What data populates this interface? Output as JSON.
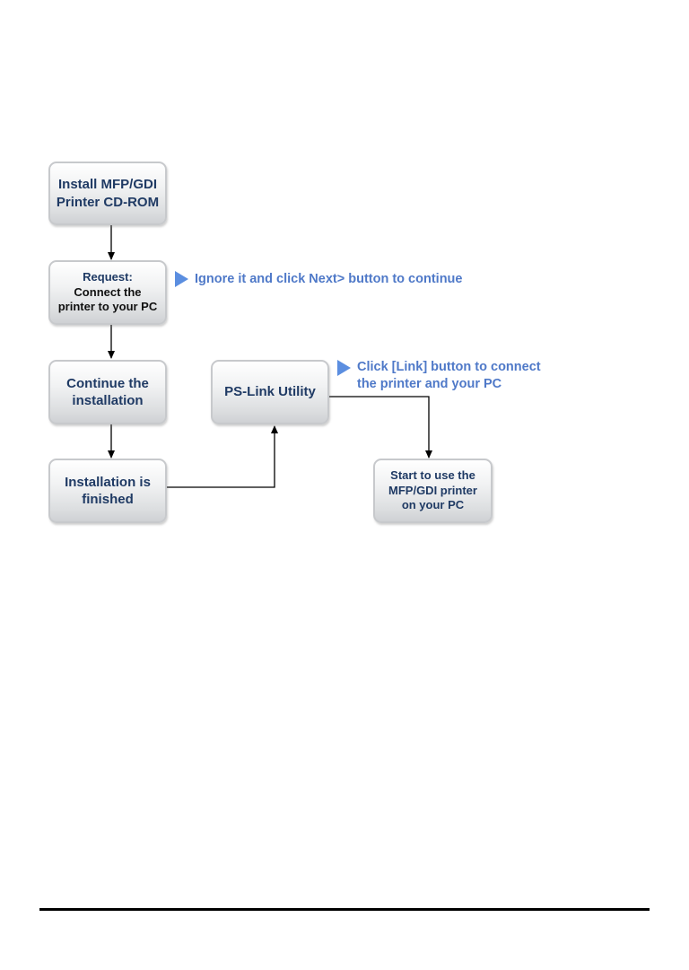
{
  "boxes": {
    "install": {
      "line1": "Install MFP/GDI",
      "line2": "Printer CD-ROM"
    },
    "request": {
      "line1": "Request:",
      "line2": "Connect the",
      "line3": "printer to your PC"
    },
    "continue": {
      "line1": "Continue the",
      "line2": "installation"
    },
    "finished": {
      "line1": "Installation is",
      "line2": "finished"
    },
    "pslink": {
      "line1": "PS-Link Utility"
    },
    "start": {
      "line1": "Start to use the",
      "line2": "MFP/GDI printer",
      "line3": "on your PC"
    }
  },
  "notes": {
    "request_note": {
      "line1": "Ignore it and click Next> button to continue"
    },
    "pslink_note": {
      "line1": "Click [Link] button to connect",
      "line2": "the printer and your PC"
    }
  },
  "colors": {
    "box_text": "#1f3a64",
    "note_text": "#4f79c8",
    "arrow": "#000000"
  },
  "icons": {
    "note_marker": "play-triangle-icon"
  }
}
